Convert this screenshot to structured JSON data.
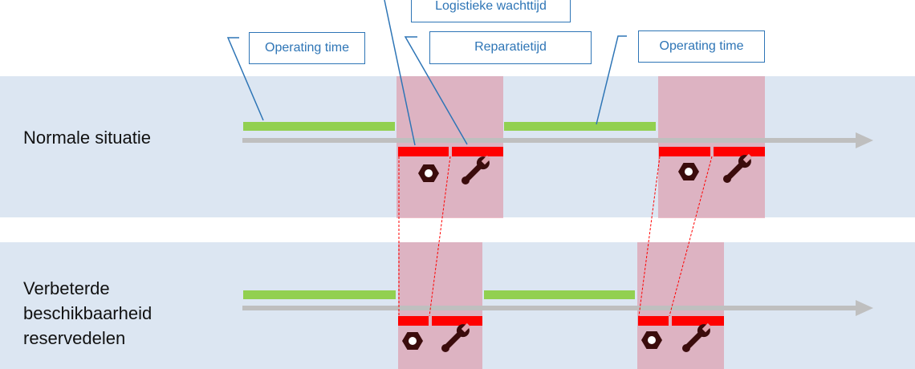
{
  "rows": {
    "normal": {
      "label": "Normale situatie"
    },
    "improved": {
      "label_lines": [
        "Verbeterde",
        "beschikbaarheid",
        "reservedelen"
      ]
    }
  },
  "callouts": {
    "operating_time_left": "Operating time",
    "logistic_wait": "Logistieke wachttijd",
    "repair_time": "Reparatietijd",
    "operating_time_right": "Operating time"
  },
  "colors": {
    "band": "#dce6f2",
    "downtime_shade": "#de8091",
    "operating_bar": "#92d050",
    "timeline_arrow": "#bfbfbf",
    "downtime_bar": "#ff0000",
    "callout_border": "#2e75b6",
    "icon": "#3b0c0c"
  },
  "icons": {
    "logistics": "hex-nut-icon",
    "repair": "wrench-icon"
  }
}
